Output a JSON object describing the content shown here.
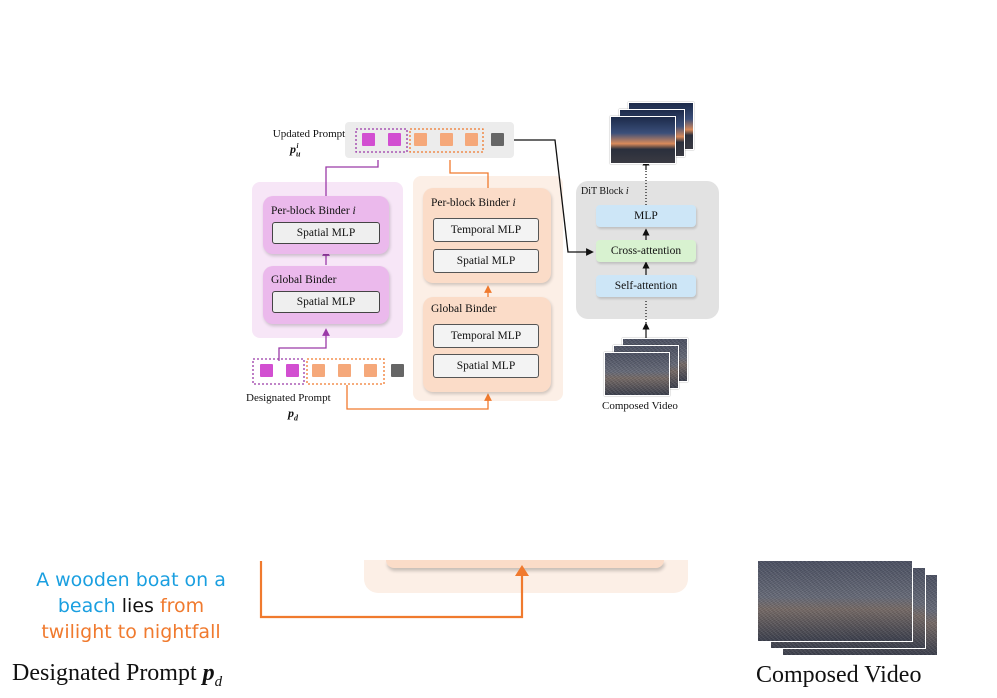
{
  "updated_prompt": {
    "label": "Updated Prompt",
    "symbol": "p",
    "sub": "u",
    "sup": "i"
  },
  "designated_prompt": {
    "label": "Designated Prompt",
    "symbol": "p",
    "sub": "d"
  },
  "spatial_branch": {
    "per_block_binder": {
      "title": "Per-block Binder",
      "index": "i",
      "mlp": "Spatial MLP"
    },
    "global_binder": {
      "title": "Global Binder",
      "mlp": "Spatial MLP"
    }
  },
  "temporal_branch": {
    "per_block_binder": {
      "title": "Per-block Binder",
      "index": "i",
      "mlps": [
        "Temporal MLP",
        "Spatial MLP"
      ]
    },
    "global_binder": {
      "title": "Global Binder",
      "mlps": [
        "Temporal MLP",
        "Spatial MLP"
      ]
    }
  },
  "dit_block": {
    "title": "DiT Block",
    "index": "i",
    "layers": [
      "MLP",
      "Cross-attention",
      "Self-attention"
    ]
  },
  "composed_video": {
    "label": "Composed Video"
  },
  "zoom": {
    "prompt_lines": [
      [
        {
          "text": "A wooden boat on a",
          "color": "#1a9fe0"
        }
      ],
      [
        {
          "text": "beach",
          "color": "#1a9fe0"
        },
        {
          "text": " lies ",
          "color": "#111111"
        },
        {
          "text": "from",
          "color": "#f07a2e"
        }
      ],
      [
        {
          "text": "twilight to nightfall",
          "color": "#f07a2e"
        }
      ]
    ],
    "designated_label": "Designated Prompt",
    "designated_symbol": "p",
    "designated_sub": "d",
    "composed_label": "Composed Video"
  },
  "colors": {
    "spatial": "#9b3aa8",
    "temporal": "#f07a2e",
    "dit_mlp": "#cde6f7",
    "dit_cross": "#d8f2d0",
    "dit_self": "#cde6f7"
  },
  "icons": [
    "right-arrow-icon",
    "up-arrow-icon"
  ]
}
